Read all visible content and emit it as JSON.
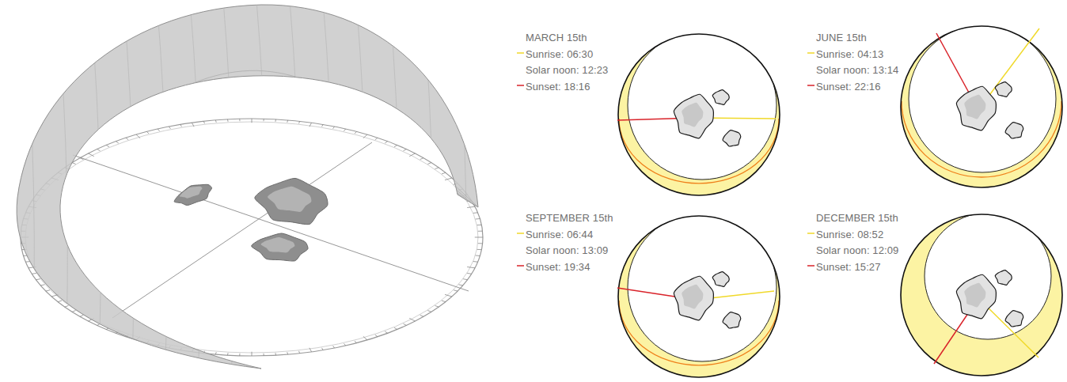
{
  "diagram": {
    "labels": [
      "MARCH 15th",
      "Sunrise: 06:30",
      "Solar noon: 12:23",
      "Sunset: 18:16",
      "JUNE 15th",
      "Sunrise: 04:13",
      "Solar noon: 13:14",
      "Sunset: 22:16",
      "SEPTEMBER 15th",
      "Sunrise: 06:44",
      "Solar noon: 13:09",
      "Sunset: 19:34",
      "DECEMBER 15th",
      "Sunrise: 08:52",
      "Solar noon: 12:09",
      "Sunset: 15:27"
    ]
  }
}
